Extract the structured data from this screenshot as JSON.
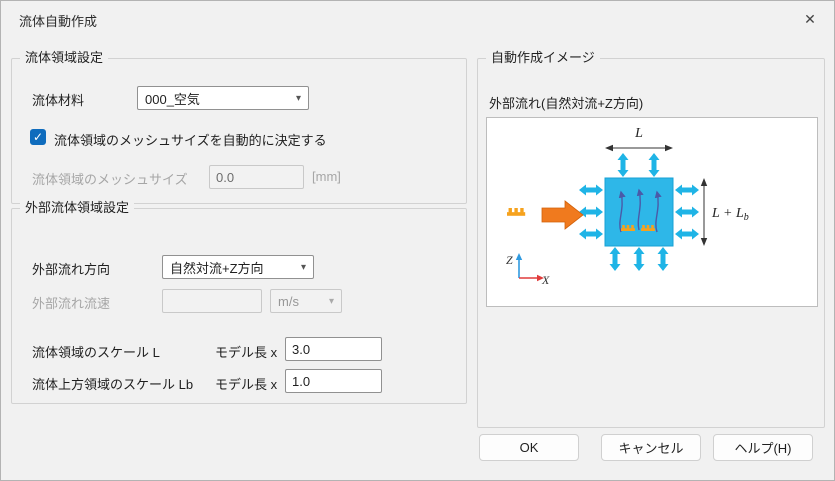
{
  "dialog": {
    "title": "流体自動作成"
  },
  "icons": {
    "close": "✕",
    "chevron_down": "▾",
    "checkmark": "✓"
  },
  "fluid_region": {
    "group_title": "流体領域設定",
    "material_label": "流体材料",
    "material_value": "000_空気",
    "auto_mesh_checkbox_label": "流体領域のメッシュサイズを自動的に決定する",
    "auto_mesh_checked": true,
    "mesh_size_label": "流体領域のメッシュサイズ",
    "mesh_size_value": "0.0",
    "mesh_size_unit": "[mm]"
  },
  "external_region": {
    "group_title": "外部流体領域設定",
    "flow_direction_label": "外部流れ方向",
    "flow_direction_value": "自然対流+Z方向",
    "flow_speed_label": "外部流れ流速",
    "flow_speed_value": "",
    "flow_speed_unit": "m/s",
    "scale_l_label": "流体領域のスケール L",
    "scale_l_prefix": "モデル長  x",
    "scale_l_value": "3.0",
    "scale_lb_label": "流体上方領域のスケール Lb",
    "scale_lb_prefix": "モデル長  x",
    "scale_lb_value": "1.0"
  },
  "preview": {
    "group_title": "自動作成イメージ",
    "caption": "外部流れ(自然対流+Z方向)",
    "label_L": "L",
    "label_L_plus": "L + L",
    "label_Lb_sub": "b",
    "axis_z": "Z",
    "axis_x": "X"
  },
  "buttons": {
    "ok": "OK",
    "cancel": "キャンセル",
    "help": "ヘルプ(H)"
  },
  "colors": {
    "accent": "#0f6cbd",
    "box_cyan": "#2eb7e8",
    "arrow_cyan": "#1fb4e6",
    "arrow_orange": "#f07a1e",
    "chip_orange": "#f6a21d",
    "convection_navy": "#4a5aa8",
    "axis_z_blue": "#2f9ae0",
    "axis_x_red": "#e03c3c"
  }
}
